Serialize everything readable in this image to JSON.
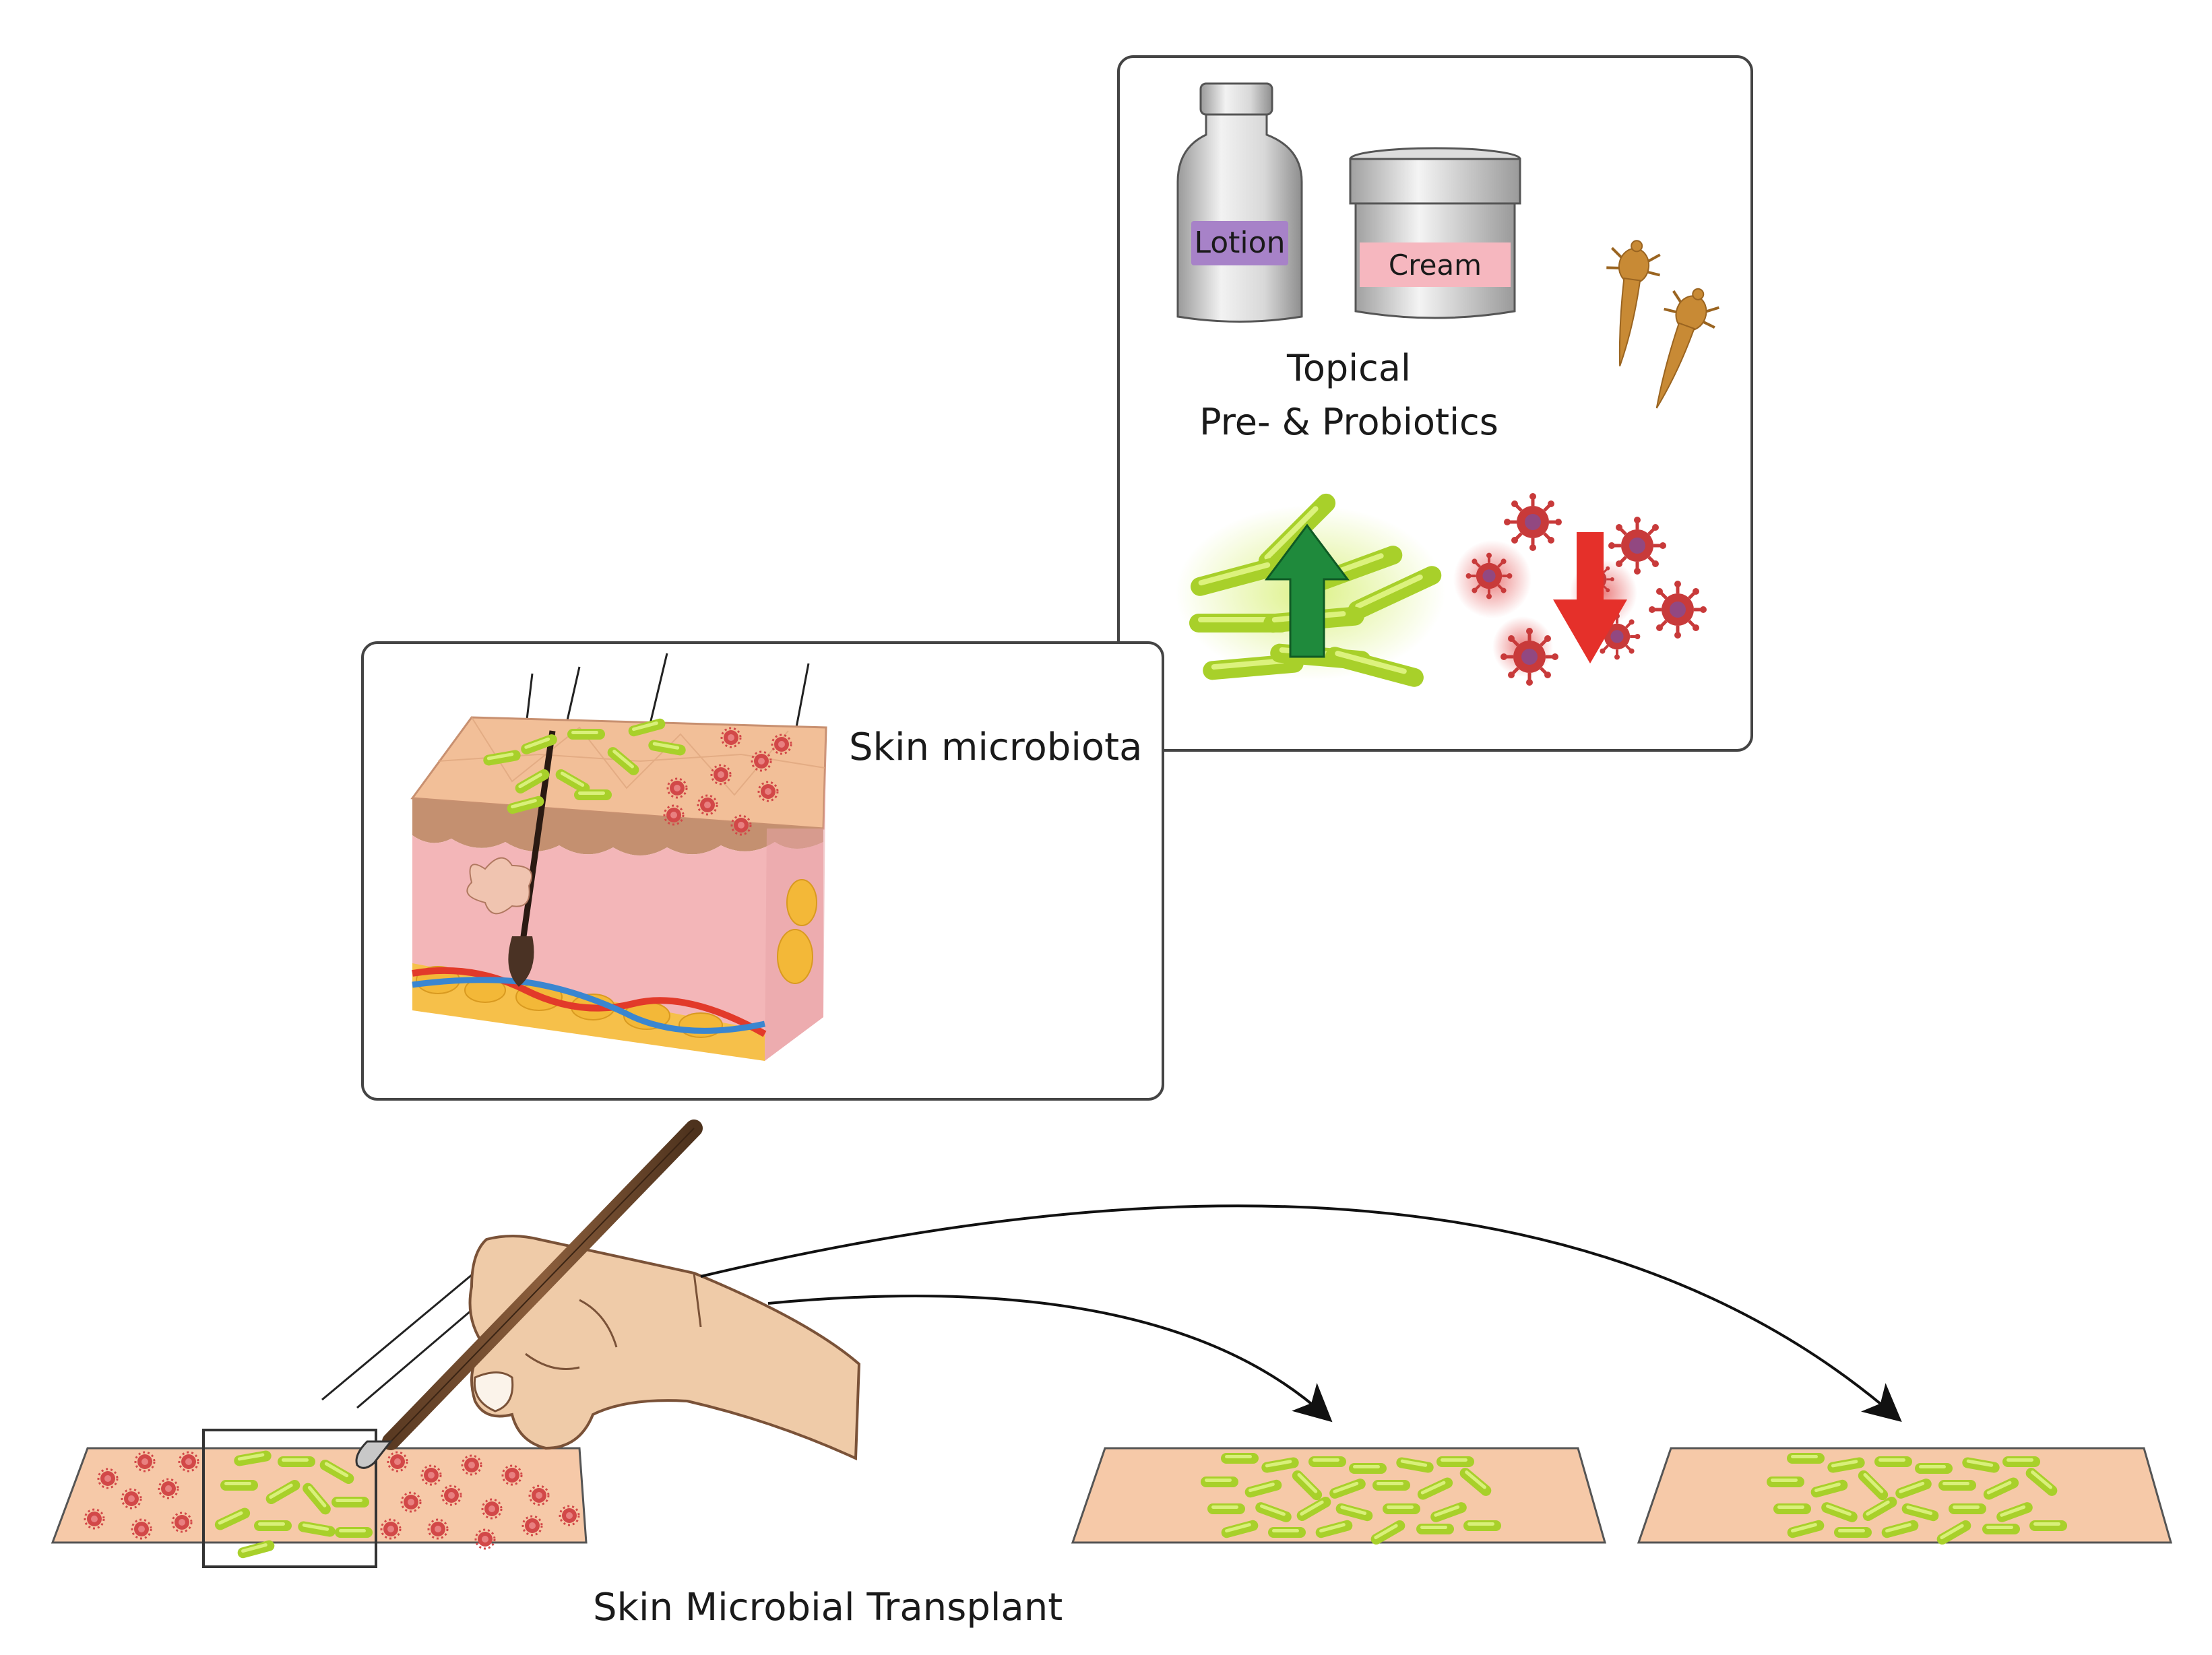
{
  "labels": {
    "lotion": "Lotion",
    "cream": "Cream",
    "topical_line1": "Topical",
    "topical_line2": "Pre- & Probiotics",
    "skin_microbiota": "Skin microbiota",
    "transplant": "Skin Microbial Transplant"
  },
  "colors": {
    "bacteria": "#a8d02a",
    "bacteria_glow": "#d6ef6a",
    "pathogen": "#c83a3a",
    "arrow_up": "#1f8a3c",
    "arrow_down": "#e5302a",
    "skin_surface": "#f6c9a8",
    "dermis": "#f3b6b8",
    "lotion_label": "#a782c8",
    "cream_label": "#f6b7bf",
    "mite": "#c88a35",
    "box_border": "#444444"
  }
}
